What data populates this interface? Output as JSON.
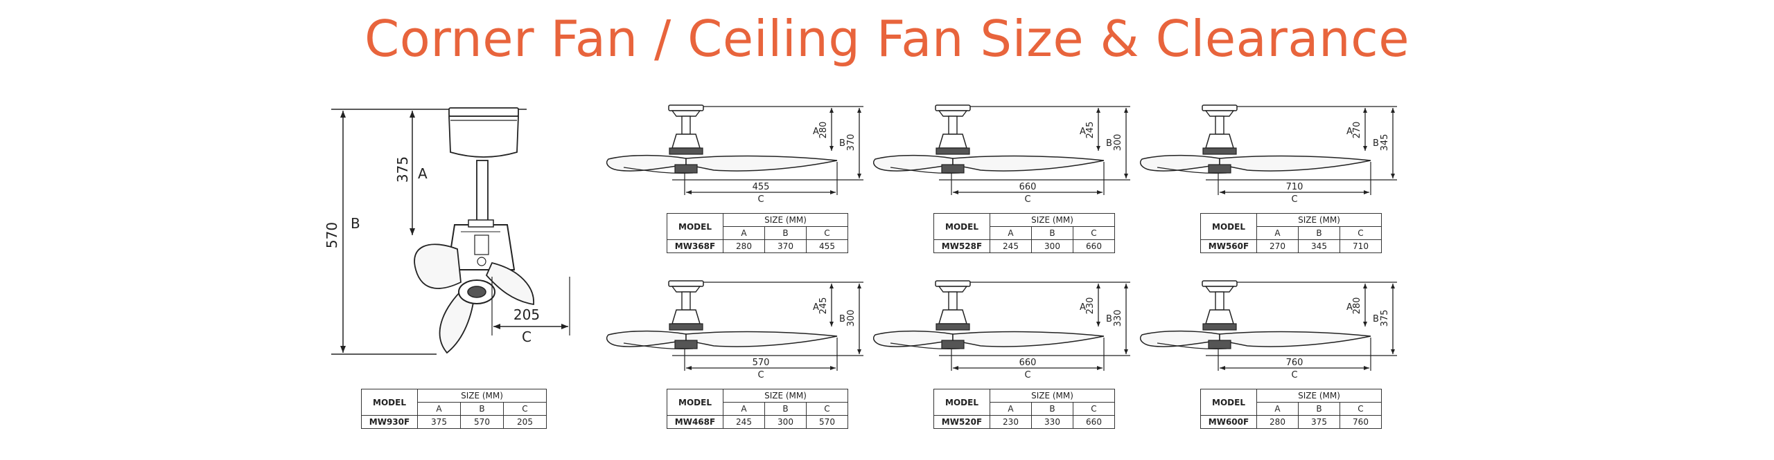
{
  "title": "Corner Fan / Ceiling Fan Size & Clearance",
  "colors": {
    "title": "#e8643c",
    "lines": "#222222",
    "blade": "#f7f7f7"
  },
  "table_headers": {
    "model": "MODEL",
    "size": "SIZE (MM)",
    "a": "A",
    "b": "B",
    "c": "C"
  },
  "dim_letters": {
    "a": "A",
    "b": "B",
    "c": "C"
  },
  "corner_fan": {
    "model": "MW930F",
    "a": "375",
    "b": "570",
    "c": "205"
  },
  "fans": [
    {
      "model": "MW368F",
      "a": "280",
      "b": "370",
      "c": "455"
    },
    {
      "model": "MW528F",
      "a": "245",
      "b": "300",
      "c": "660"
    },
    {
      "model": "MW560F",
      "a": "270",
      "b": "345",
      "c": "710"
    },
    {
      "model": "MW468F",
      "a": "245",
      "b": "300",
      "c": "570"
    },
    {
      "model": "MW520F",
      "a": "230",
      "b": "330",
      "c": "660"
    },
    {
      "model": "MW600F",
      "a": "280",
      "b": "375",
      "c": "760"
    }
  ]
}
